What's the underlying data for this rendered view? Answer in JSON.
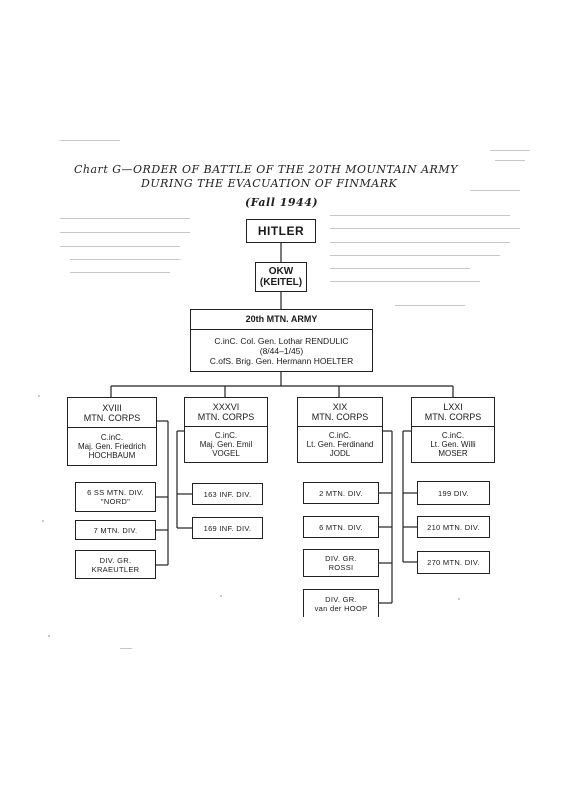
{
  "title": {
    "line1_lead": "Chart G—",
    "line1": "ORDER OF BATTLE OF THE 20TH MOUNTAIN ARMY",
    "line2": "DURING THE EVACUATION OF FINMARK",
    "line3": "(Fall 1944)"
  },
  "hitler": "HITLER",
  "okw": {
    "name": "OKW",
    "commander": "(KEITEL)"
  },
  "army": {
    "name": "20th MTN. ARMY",
    "cinc": "C.inC. Col. Gen. Lothar RENDULIC",
    "dates": "(8/44–1/45)",
    "cos": "C.ofS. Brig. Gen. Hermann HOELTER"
  },
  "corps": [
    {
      "name1": "XVIII",
      "name2": "MTN. CORPS",
      "cmd1": "C.inC.",
      "cmd2": "Maj. Gen. Friedrich",
      "cmd3": "HOCHBAUM",
      "divisions": [
        {
          "l1": "6 SS MTN. DIV.",
          "l2": "\"NORD\""
        },
        {
          "l1": "7 MTN. DIV.",
          "l2": ""
        },
        {
          "l1": "DIV. GR.",
          "l2": "KRAEUTLER"
        }
      ]
    },
    {
      "name1": "XXXVI",
      "name2": "MTN. CORPS",
      "cmd1": "C.inC.",
      "cmd2": "Maj. Gen. Emil",
      "cmd3": "VOGEL",
      "divisions": [
        {
          "l1": "163 INF. DIV.",
          "l2": ""
        },
        {
          "l1": "169 INF. DIV.",
          "l2": ""
        }
      ]
    },
    {
      "name1": "XIX",
      "name2": "MTN. CORPS",
      "cmd1": "C.inC.",
      "cmd2": "Lt. Gen. Ferdinand",
      "cmd3": "JODL",
      "divisions": [
        {
          "l1": "2 MTN. DIV.",
          "l2": ""
        },
        {
          "l1": "6 MTN. DIV.",
          "l2": ""
        },
        {
          "l1": "DIV. GR.",
          "l2": "ROSSI"
        },
        {
          "l1": "DIV. GR.",
          "l2": "van der HOOP"
        }
      ]
    },
    {
      "name1": "LXXI",
      "name2": "MTN. CORPS",
      "cmd1": "C.inC.",
      "cmd2": "Lt. Gen. Willi",
      "cmd3": "MOSER",
      "divisions": [
        {
          "l1": "199 DIV.",
          "l2": ""
        },
        {
          "l1": "210 MTN. DIV.",
          "l2": ""
        },
        {
          "l1": "270 MTN. DIV.",
          "l2": ""
        }
      ]
    }
  ]
}
